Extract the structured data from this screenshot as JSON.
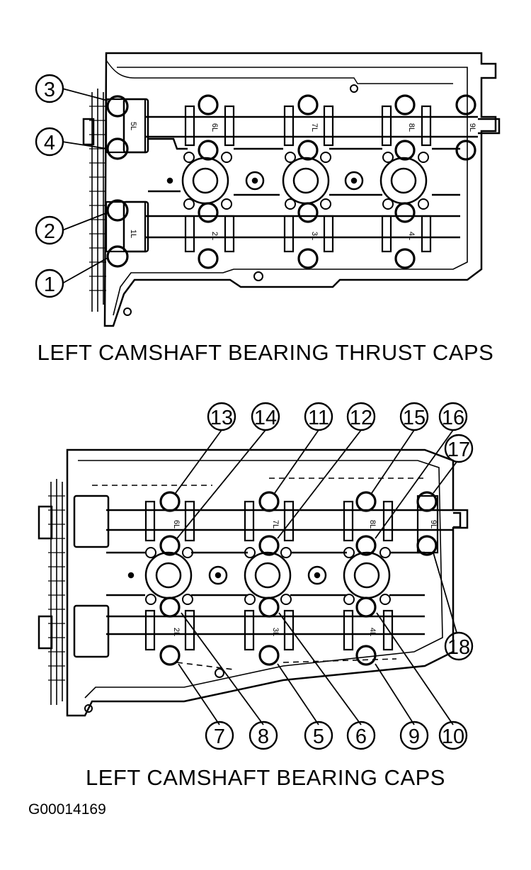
{
  "diagram": {
    "top": {
      "caption": "LEFT CAMSHAFT BEARING THRUST CAPS",
      "callouts": [
        "1",
        "2",
        "3",
        "4"
      ],
      "cap_labels": [
        "5L",
        "6L",
        "7L",
        "8L",
        "9L",
        "1L",
        "2L",
        "3L",
        "4L"
      ]
    },
    "bottom": {
      "caption": "LEFT CAMSHAFT BEARING CAPS",
      "callouts": [
        "5",
        "6",
        "7",
        "8",
        "9",
        "10",
        "11",
        "12",
        "13",
        "14",
        "15",
        "16",
        "17",
        "18"
      ],
      "cap_labels": [
        "6L",
        "7L",
        "8L",
        "9L",
        "2L",
        "3L",
        "4L"
      ]
    },
    "figure_id": "G00014169"
  }
}
